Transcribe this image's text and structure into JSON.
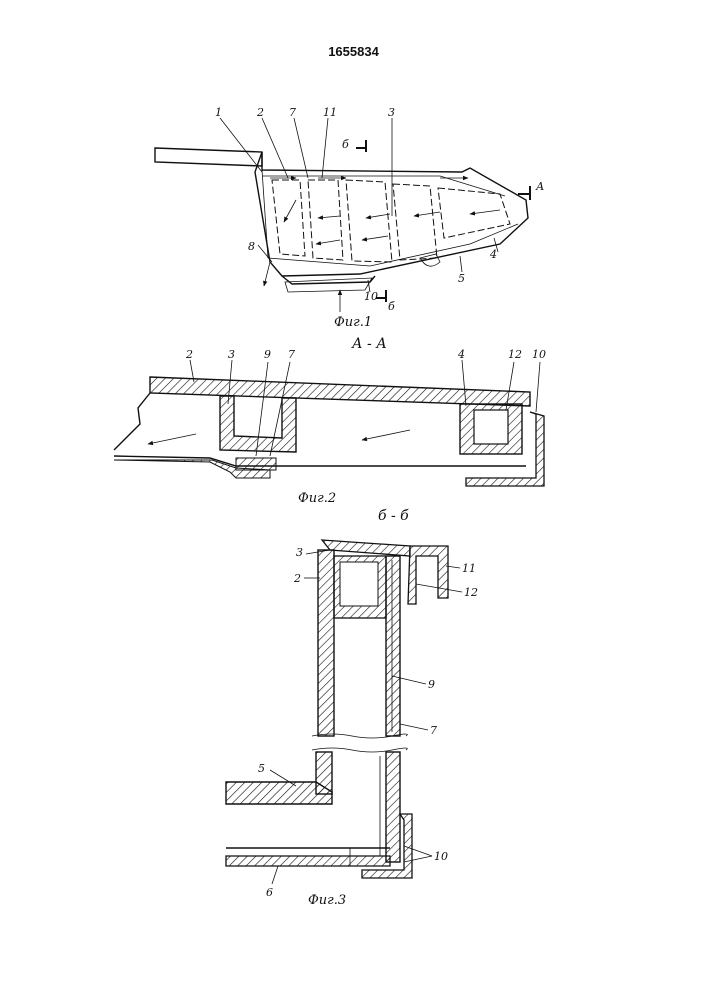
{
  "document": {
    "patent_number": "1655834"
  },
  "figures": {
    "fig1": {
      "caption": "Фиг.1",
      "labels": [
        "1",
        "2",
        "7",
        "11",
        "3",
        "4",
        "5",
        "8",
        "10"
      ],
      "section_marks": {
        "a": "А",
        "b_top": "б",
        "b_bottom": "б"
      }
    },
    "fig2": {
      "section_title": "А - А",
      "caption": "Фиг.2",
      "labels": [
        "2",
        "3",
        "9",
        "7",
        "4",
        "12",
        "10"
      ]
    },
    "fig3": {
      "section_title": "б - б",
      "caption": "Фиг.3",
      "labels": [
        "3",
        "2",
        "11",
        "12",
        "9",
        "7",
        "5",
        "10",
        "6"
      ]
    }
  }
}
